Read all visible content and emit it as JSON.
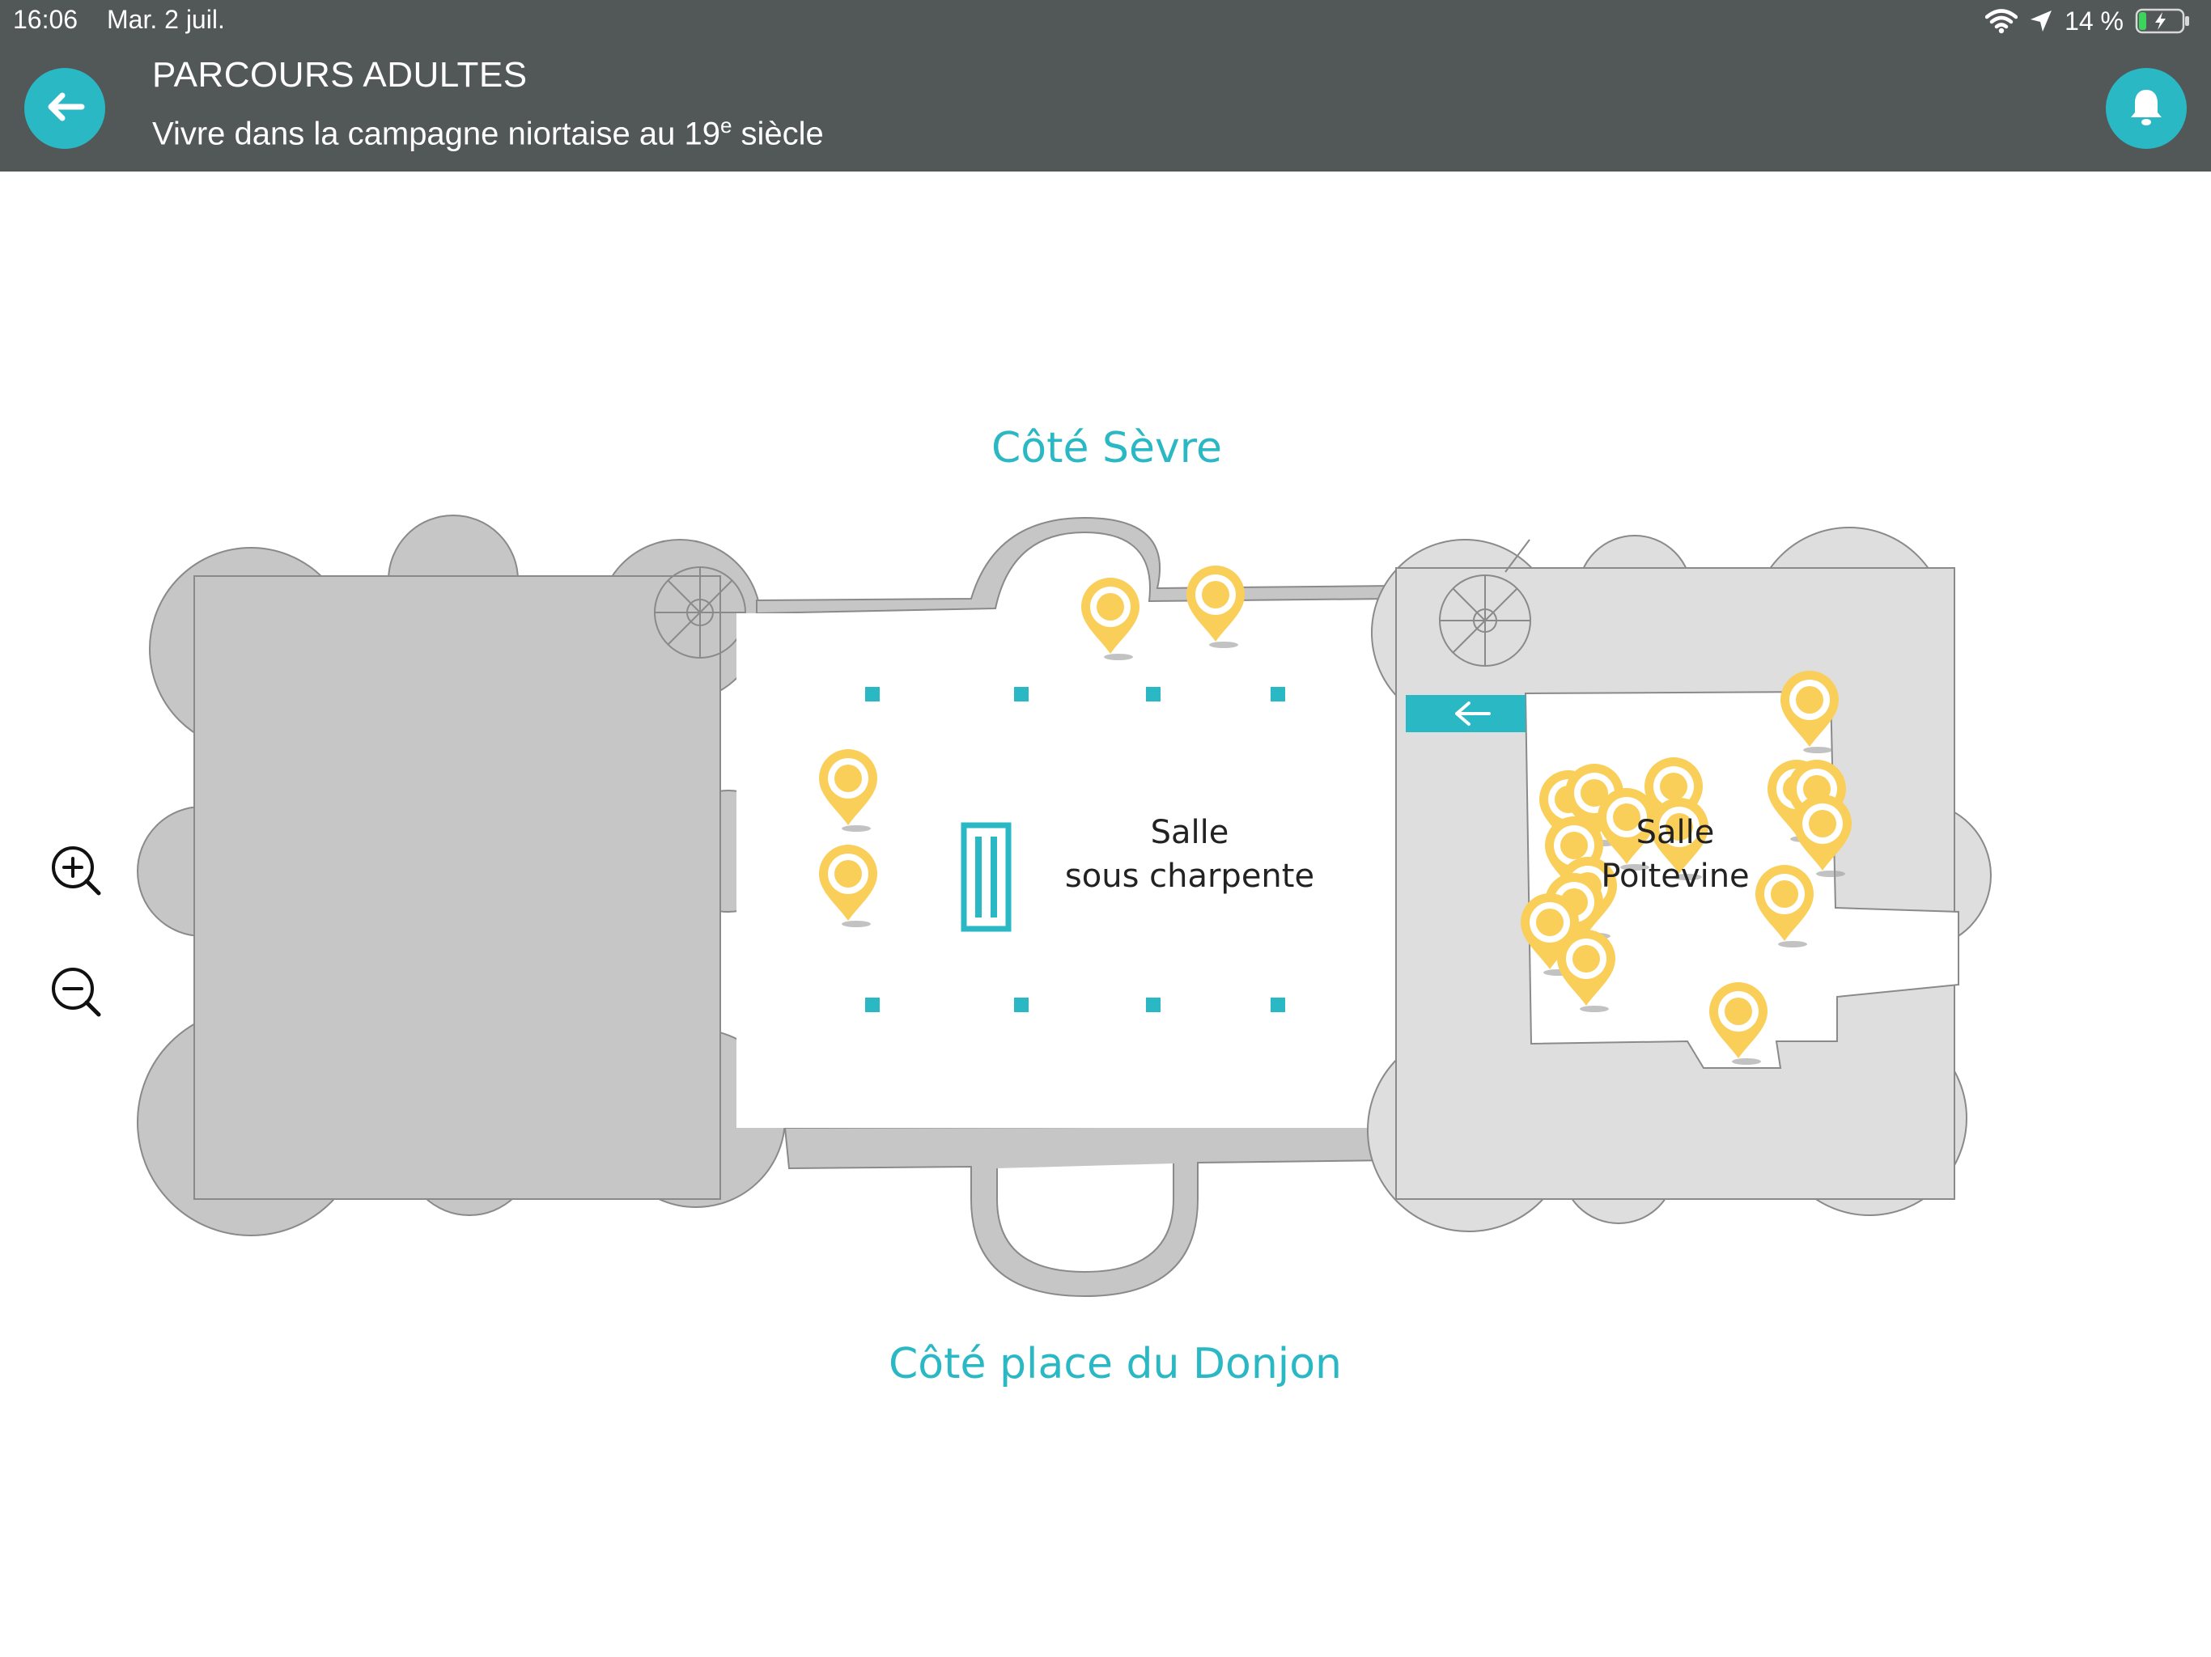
{
  "status_bar": {
    "time": "16:06",
    "date": "Mar. 2 juil.",
    "battery": "14 %",
    "icons": [
      "wifi-icon",
      "location-arrow-icon",
      "battery-charging-icon"
    ]
  },
  "header": {
    "title": "PARCOURS ADULTES",
    "subtitle_main": "Vivre dans la campagne niortaise au 19",
    "subtitle_sup": "e",
    "subtitle_end": " siècle",
    "icons": [
      "arrow-left-icon",
      "bell-icon"
    ]
  },
  "map": {
    "top_label": "Côté Sèvre",
    "bottom_label": "Côté place du Donjon",
    "rooms": [
      {
        "line1": "Salle",
        "line2": "sous charpente"
      },
      {
        "line1": "Salle",
        "line2": "Poitevine"
      }
    ],
    "zoom_controls": [
      "zoom-in-icon",
      "zoom-out-icon"
    ]
  },
  "colors": {
    "header_bg": "#525858",
    "accent": "#29b8c4",
    "marker": "#f9cf5a",
    "floor_dark": "#c6c6c6",
    "floor_light": "#dedede"
  }
}
